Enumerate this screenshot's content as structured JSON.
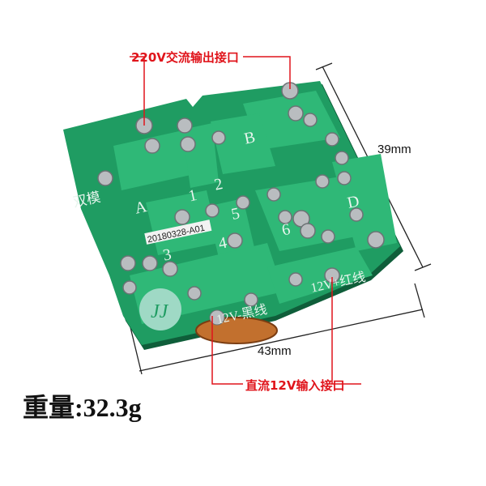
{
  "annotations": {
    "ac_output": "220V交流输出接口",
    "dc_input": "直流12V输入接口"
  },
  "dimensions": {
    "height": "39mm",
    "width": "43mm"
  },
  "weight": "重量:32.3g",
  "board": {
    "brand": "双模",
    "pads": [
      "A",
      "B",
      "D",
      "1",
      "2",
      "3",
      "4",
      "5",
      "6"
    ],
    "version": "20180328-A01",
    "neg_wire": "12V-黑线",
    "pos_wire": "12V+红线",
    "logo": "JJ"
  },
  "colors": {
    "pcb": "#1f9c62",
    "trace": "#2fb877",
    "annotation": "#e0141b",
    "solder": "#b9bdc0",
    "coil": "#c2702e"
  }
}
